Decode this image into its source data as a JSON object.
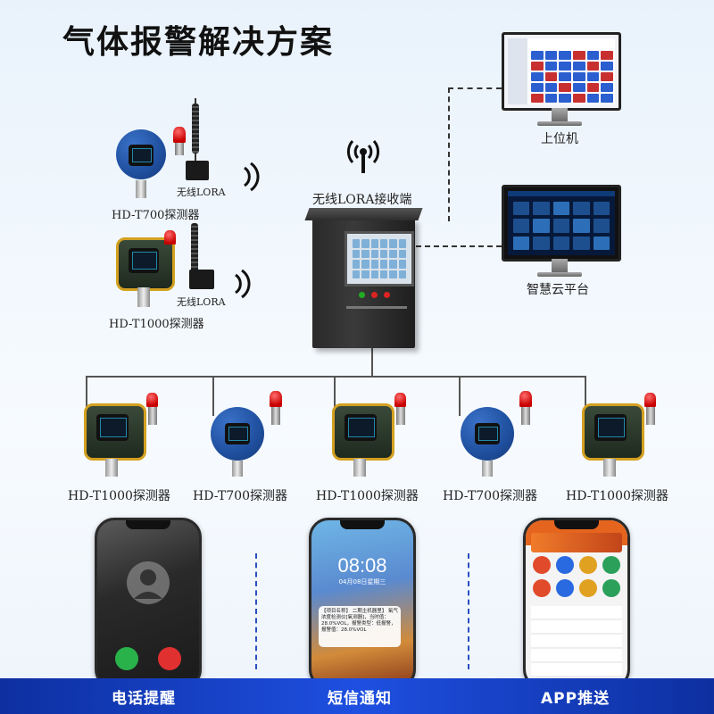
{
  "title": "气体报警解决方案",
  "receiver_label": "无线LORA接收端",
  "pc_label": "上位机",
  "cloud_label": "智慧云平台",
  "wireless_label": "无线LORA",
  "top_detectors": [
    {
      "label": "HD-T700探测器",
      "model": "t700"
    },
    {
      "label": "HD-T1000探测器",
      "model": "t1000"
    }
  ],
  "bottom_detectors": [
    {
      "label": "HD-T1000探测器",
      "model": "t1000"
    },
    {
      "label": "HD-T700探测器",
      "model": "t700"
    },
    {
      "label": "HD-T1000探测器",
      "model": "t1000"
    },
    {
      "label": "HD-T700探测器",
      "model": "t700"
    },
    {
      "label": "HD-T1000探测器",
      "model": "t1000"
    }
  ],
  "phone_sms": {
    "time": "08:08",
    "date": "04月08日星期三",
    "message": "【项目名称】 二期主机器里】 氧气浓度检测仪[氧测器]，当时值：28.0%VOL，报警类型：低报警，报警值：28.0%VOL"
  },
  "footer": {
    "call": "电话提醒",
    "sms": "短信通知",
    "app": "APP推送"
  },
  "colors": {
    "footer": "#1e4fe0",
    "t700_body": "#1f4f9e",
    "t1000_body": "#2c3a2c",
    "t1000_accent": "#d4a020",
    "lamp": "#d40000"
  }
}
